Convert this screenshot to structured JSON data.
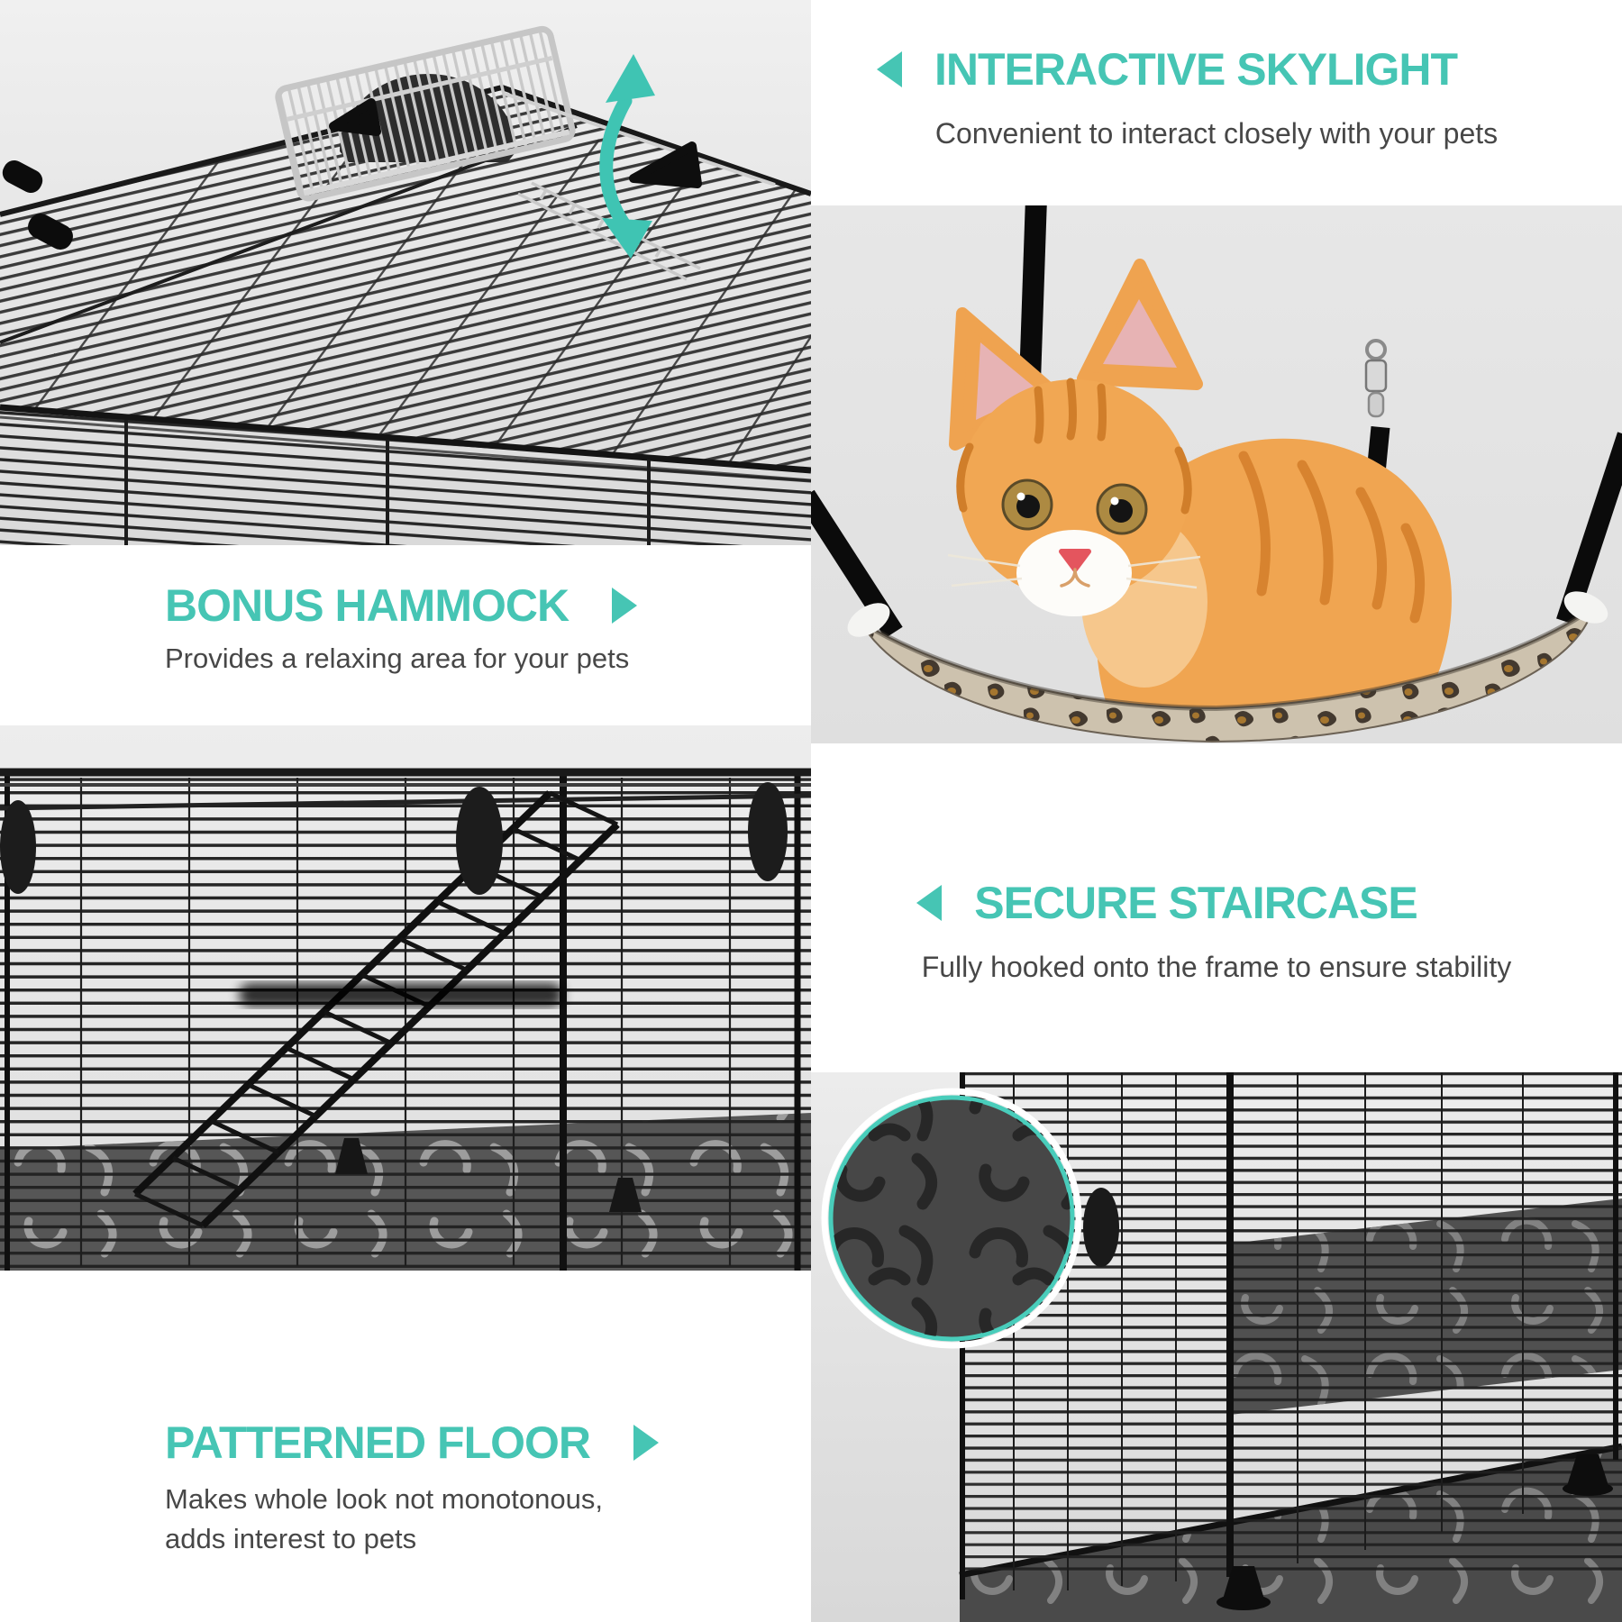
{
  "colors": {
    "accent_teal": "#46c5b4",
    "subtitle_gray": "#474747",
    "photo_background_gray": "#e4e4e4",
    "cage_wire_black": "#222222"
  },
  "sections": {
    "interactive_skylight": {
      "title": "INTERACTIVE SKYLIGHT",
      "subtitle": "Convenient to interact closely with your pets",
      "arrow_icon": "triangle-left-icon"
    },
    "bonus_hammock": {
      "title": "BONUS HAMMOCK",
      "subtitle": "Provides a relaxing area for your pets",
      "arrow_icon": "triangle-right-icon"
    },
    "secure_staircase": {
      "title": "SECURE STAIRCASE",
      "subtitle": "Fully hooked onto the frame to ensure stability",
      "arrow_icon": "triangle-left-icon"
    },
    "patterned_floor": {
      "title": "PATTERNED FLOOR",
      "subtitle_line1": "Makes whole look not monotonous,",
      "subtitle_line2": "adds interest to pets",
      "arrow_icon": "triangle-right-icon"
    }
  }
}
